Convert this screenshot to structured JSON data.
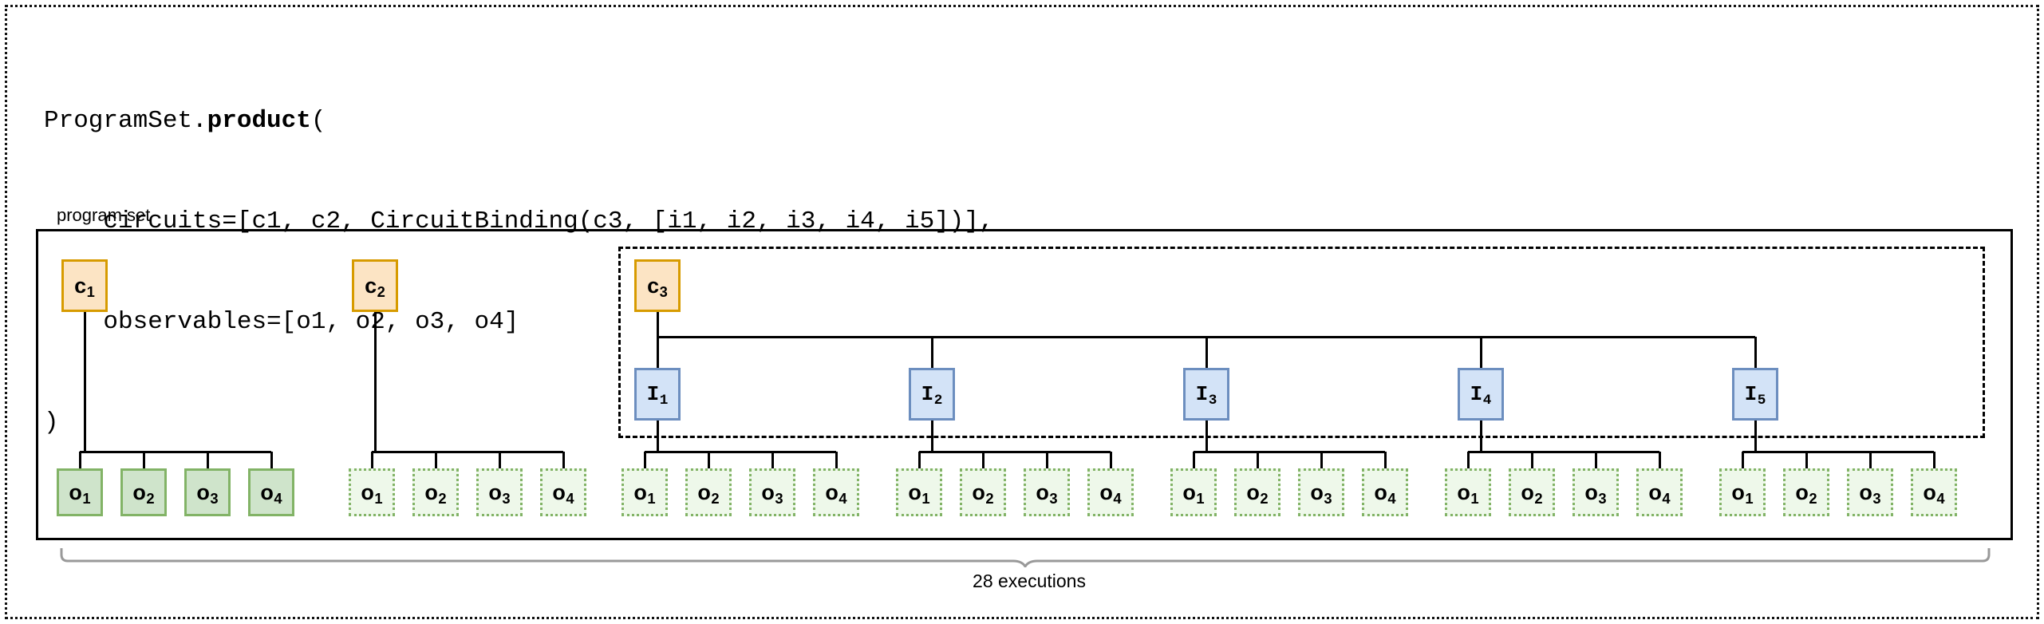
{
  "code": {
    "lines": [
      {
        "pre": "ProgramSet.",
        "bold": "product",
        "post": "("
      },
      {
        "pre": "    circuits=[c1, c2, CircuitBinding(c3, [i1, i2, i3, i4, i5])],",
        "bold": "",
        "post": ""
      },
      {
        "pre": "    observables=[o1, o2, o3, o4]",
        "bold": "",
        "post": ""
      },
      {
        "pre": ")",
        "bold": "",
        "post": ""
      }
    ],
    "full_text": "ProgramSet.product(\n    circuits=[c1, c2, CircuitBinding(c3, [i1, i2, i3, i4, i5])],\n    observables=[o1, o2, o3, o4]\n)"
  },
  "diagram": {
    "container_label": "program set",
    "footer_caption": "28 executions",
    "colors": {
      "circuit_fill": "#fce4c4",
      "circuit_stroke": "#d79b00",
      "binding_fill": "#d3e3f7",
      "binding_stroke": "#6c8ebf",
      "observable_fill": "#cfe4cb",
      "observable_fill_ghost": "#eef8ea",
      "observable_stroke": "#82b366",
      "line": "#000000",
      "brace": "#999999"
    },
    "circuits": [
      {
        "name": "c1",
        "letter": "c",
        "sub": "1"
      },
      {
        "name": "c2",
        "letter": "c",
        "sub": "2"
      },
      {
        "name": "c3",
        "letter": "c",
        "sub": "3"
      }
    ],
    "bindings": [
      {
        "name": "i1",
        "letter": "I",
        "sub": "1"
      },
      {
        "name": "i2",
        "letter": "I",
        "sub": "2"
      },
      {
        "name": "i3",
        "letter": "I",
        "sub": "3"
      },
      {
        "name": "i4",
        "letter": "I",
        "sub": "4"
      },
      {
        "name": "i5",
        "letter": "I",
        "sub": "5"
      }
    ],
    "observables": [
      {
        "name": "o1",
        "letter": "o",
        "sub": "1"
      },
      {
        "name": "o2",
        "letter": "o",
        "sub": "2"
      },
      {
        "name": "o3",
        "letter": "o",
        "sub": "3"
      },
      {
        "name": "o4",
        "letter": "o",
        "sub": "4"
      }
    ],
    "observable_groups": 7,
    "executions": 28
  }
}
